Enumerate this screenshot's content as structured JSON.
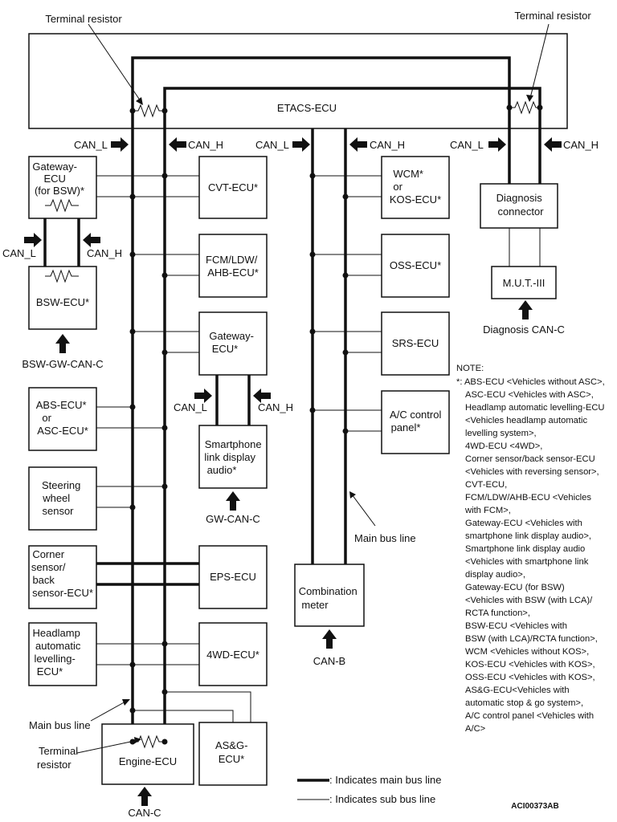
{
  "labels": {
    "terminal_resistor_left": "Terminal resistor",
    "terminal_resistor_right": "Terminal resistor",
    "terminal_resistor_bottom": [
      "Terminal",
      "resistor"
    ],
    "etacs": "ETACS-ECU",
    "can_l": "CAN_L",
    "can_h": "CAN_H",
    "gateway_bsw": [
      "Gateway-",
      "ECU",
      "(for BSW)*"
    ],
    "bsw_ecu": "BSW-ECU*",
    "bsw_gw_can_c": "BSW-GW-CAN-C",
    "abs_ecu": [
      "ABS-ECU*",
      "or",
      "ASC-ECU*"
    ],
    "steering": [
      "Steering",
      "wheel",
      "sensor"
    ],
    "corner": [
      "Corner",
      "sensor/",
      "back",
      "sensor-ECU*"
    ],
    "headlamp": [
      "Headlamp",
      "automatic",
      "levelling-",
      "ECU*"
    ],
    "main_bus_line": "Main bus line",
    "engine_ecu": "Engine-ECU",
    "can_c": "CAN-C",
    "asg_ecu": [
      "AS&G-",
      "ECU*"
    ],
    "cvt_ecu": "CVT-ECU*",
    "fcm_ecu": [
      "FCM/LDW/",
      "AHB-ECU*"
    ],
    "gateway_ecu": [
      "Gateway-",
      "ECU*"
    ],
    "smartphone": [
      "Smartphone",
      "link display",
      "audio*"
    ],
    "gw_can_c": "GW-CAN-C",
    "eps_ecu": "EPS-ECU",
    "fourwd_ecu": "4WD-ECU*",
    "wcm": [
      "WCM*",
      "or",
      "KOS-ECU*"
    ],
    "oss_ecu": "OSS-ECU*",
    "srs_ecu": "SRS-ECU",
    "ac_panel": [
      "A/C control",
      "panel*"
    ],
    "combination_meter": [
      "Combination",
      "meter"
    ],
    "can_b": "CAN-B",
    "diagnosis_connector": [
      "Diagnosis",
      "connector"
    ],
    "mut": "M.U.T.-III",
    "diagnosis_can_c": "Diagnosis CAN-C",
    "legend_main": ": Indicates main bus line",
    "legend_sub": ": Indicates sub bus line",
    "code": "ACI00373AB"
  },
  "note": {
    "title": "NOTE:",
    "lines": [
      "*: ABS-ECU <Vehicles without ASC>,",
      "ASC-ECU <Vehicles with ASC>,",
      "Headlamp automatic levelling-ECU",
      "<Vehicles headlamp automatic",
      "levelling system>,",
      "4WD-ECU <4WD>,",
      "Corner sensor/back sensor-ECU",
      "<Vehicles with reversing sensor>,",
      "CVT-ECU,",
      "FCM/LDW/AHB-ECU <Vehicles",
      "with FCM>,",
      "Gateway-ECU <Vehicles with",
      "smartphone link display audio>,",
      "Smartphone link display audio",
      "<Vehicles with smartphone link",
      "display audio>,",
      "Gateway-ECU (for BSW)",
      "<Vehicles with BSW (with LCA)/",
      "RCTA function>,",
      "BSW-ECU <Vehicles with",
      "BSW (with LCA)/RCTA function>,",
      "WCM <Vehicles without KOS>,",
      "KOS-ECU <Vehicles with KOS>,",
      "OSS-ECU <Vehicles with KOS>,",
      "AS&G-ECU<Vehicles with",
      "automatic stop & go system>,",
      "A/C control panel <Vehicles with",
      "A/C>"
    ]
  }
}
